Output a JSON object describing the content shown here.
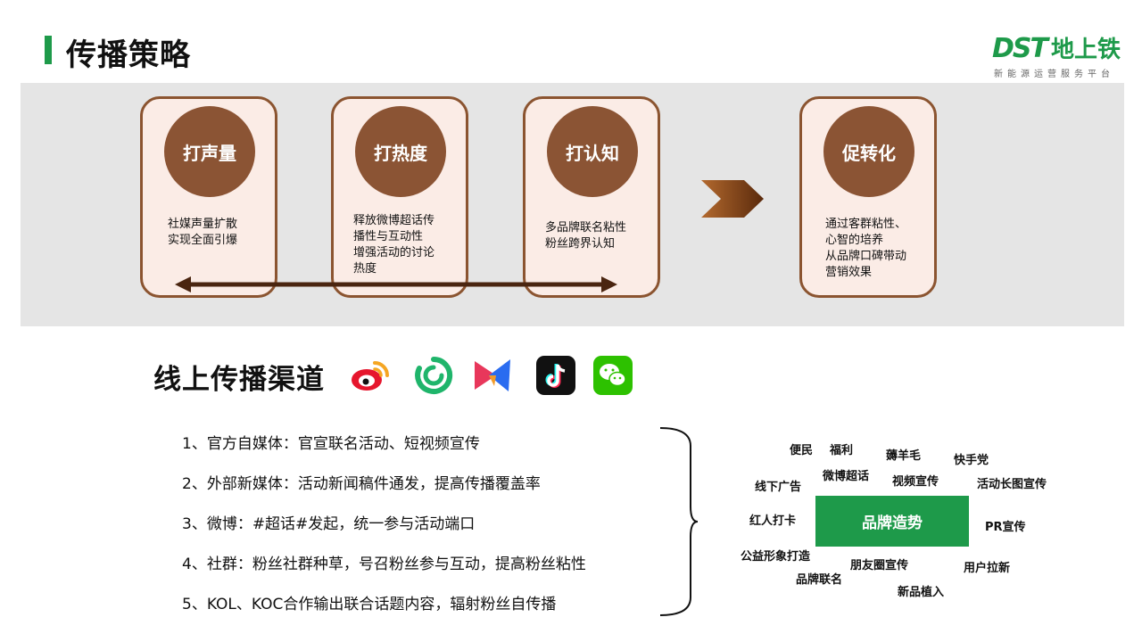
{
  "header": {
    "title": "传播策略",
    "logo_mark": "DST",
    "logo_name": "地上铁",
    "logo_tagline": "新能源运营服务平台"
  },
  "strategy": {
    "cards": [
      {
        "title": "打声量",
        "lines": [
          "社媒声量扩散",
          "实现全面引爆"
        ]
      },
      {
        "title": "打热度",
        "lines": [
          "释放微博超话传",
          "播性与互动性",
          "增强活动的讨论",
          "热度"
        ]
      },
      {
        "title": "打认知",
        "lines": [
          "多品牌联名粘性",
          "粉丝跨界认知"
        ]
      },
      {
        "title": "促转化",
        "lines": [
          "通过客群粘性、",
          "心智的培养",
          "从品牌口碑带动",
          "营销效果"
        ]
      }
    ]
  },
  "channels": {
    "title": "线上传播渠道",
    "icons": [
      "weibo-icon",
      "green-loop-icon",
      "kuaishou-icon",
      "douyin-icon",
      "wechat-icon"
    ],
    "items": [
      "1、官方自媒体：官宣联名活动、短视频宣传",
      "2、外部新媒体：活动新闻稿件通发，提高传播覆盖率",
      "3、微博：#超话#发起，统一参与活动端口",
      "4、社群：粉丝社群种草，号召粉丝参与互动，提高粉丝粘性",
      "5、KOL、KOC合作输出联合话题内容，辐射粉丝自传播"
    ]
  },
  "brand_cloud": {
    "center": "品牌造势",
    "keywords": [
      "便民",
      "福利",
      "薅羊毛",
      "快手党",
      "微博超话",
      "视频宣传",
      "线下广告",
      "活动长图宣传",
      "红人打卡",
      "PR宣传",
      "公益形象打造",
      "朋友圈宣传",
      "用户拉新",
      "品牌联名",
      "新品植入"
    ]
  },
  "colors": {
    "accent_green": "#1e9a4a",
    "brown": "#8b5434",
    "card_bg": "#fbece6",
    "band_bg": "#e5e5e5"
  }
}
